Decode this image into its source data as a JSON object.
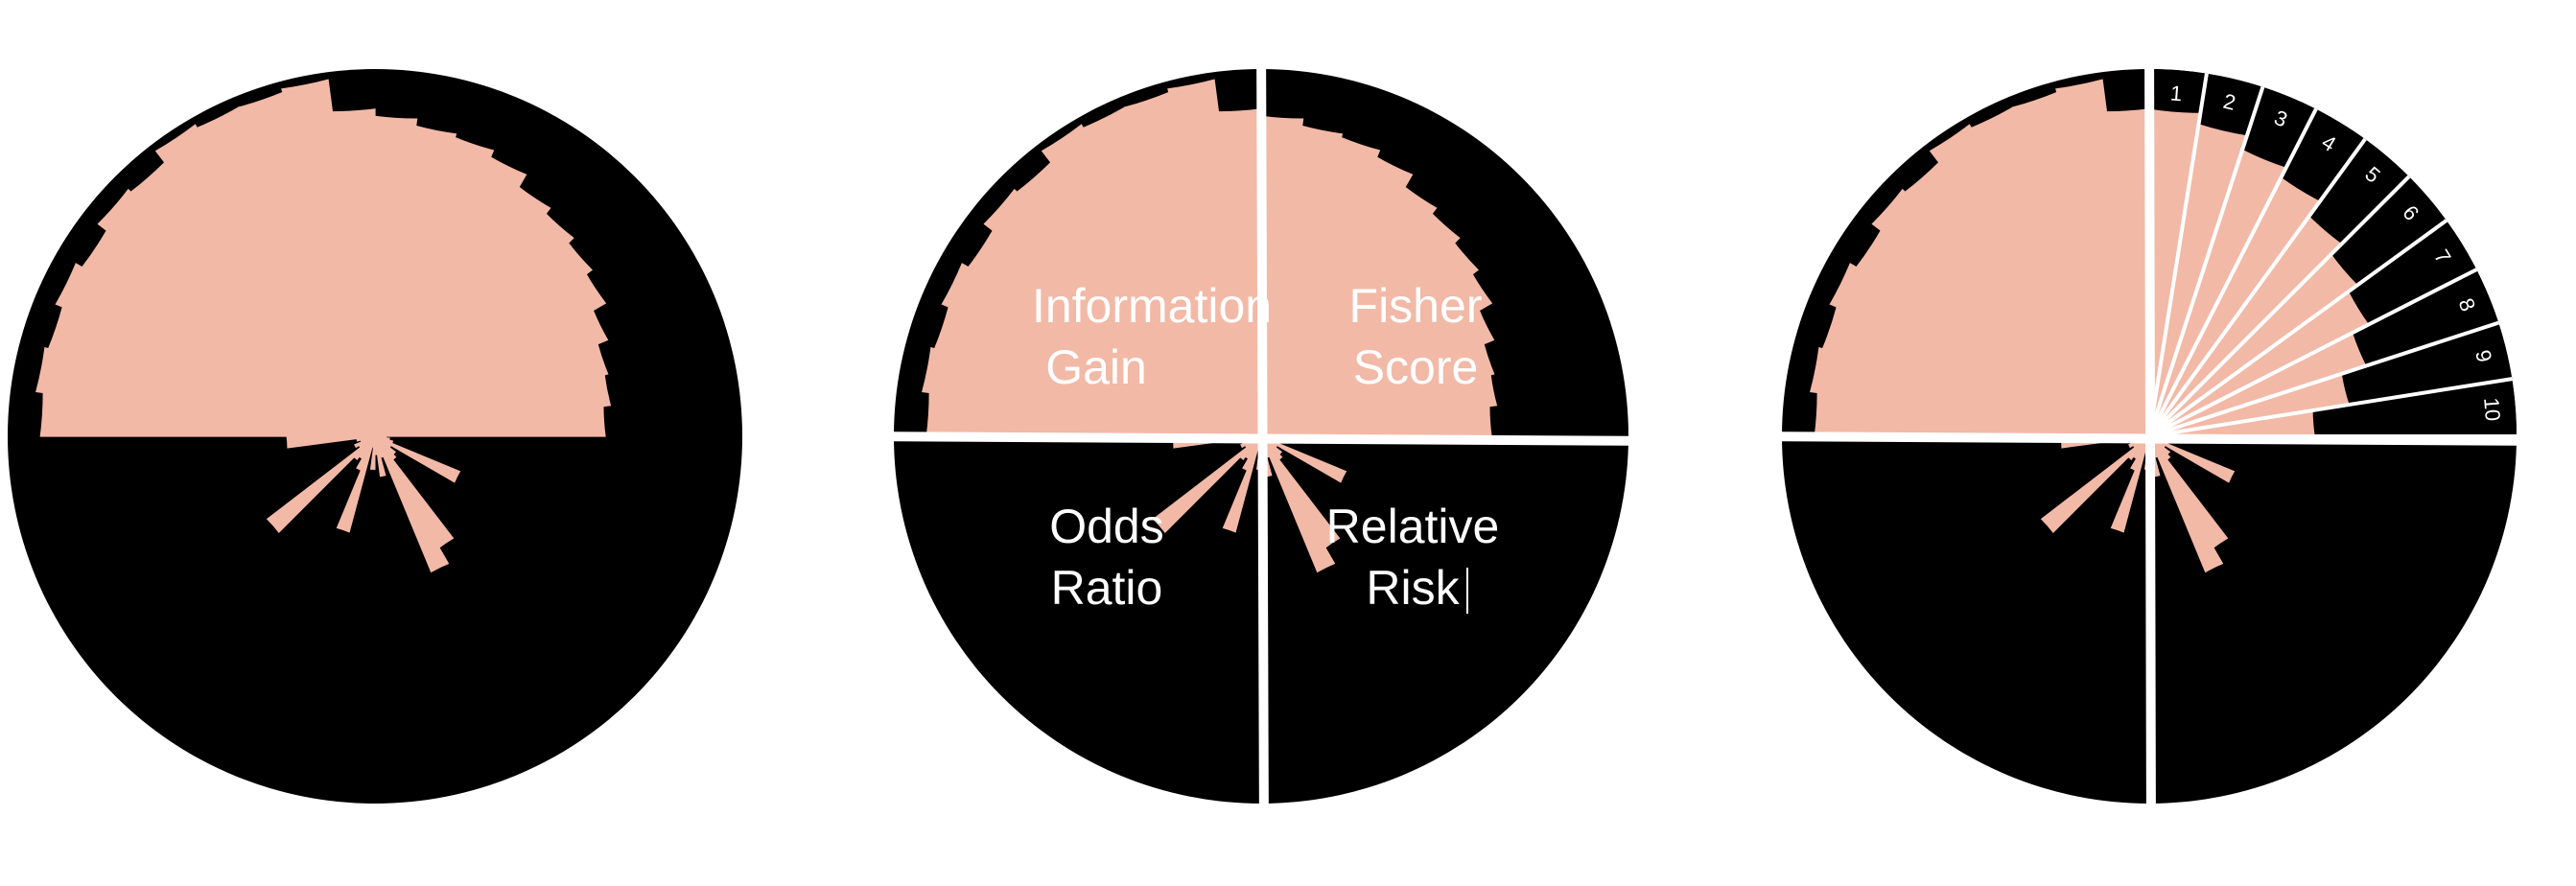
{
  "colors": {
    "background": "#000000",
    "fill": "#f2b9a7",
    "divider": "#ffffff"
  },
  "panel2": {
    "labels": {
      "top_left_1": "Information",
      "top_left_2": "Gain",
      "top_right_1": "Fisher",
      "top_right_2": "Score",
      "bottom_left_1": "Odds",
      "bottom_left_2": "Ratio",
      "bottom_right_1": "Relative",
      "bottom_right_2": "Risk"
    }
  },
  "panel3": {
    "segments": [
      "1",
      "2",
      "3",
      "4",
      "5",
      "6",
      "7",
      "8",
      "9",
      "10"
    ]
  },
  "chart_data": {
    "type": "polar-bar",
    "upper_half": [
      0.93,
      0.95,
      0.94,
      0.96,
      0.94,
      0.97,
      0.96,
      1.0,
      0.99,
      0.99,
      1.0,
      0.91,
      0.89,
      0.87,
      0.86,
      0.84,
      0.8,
      0.78,
      0.76,
      0.74,
      0.7,
      0.67,
      0.66,
      0.64
    ],
    "lower_half": [
      0.24,
      0.05,
      0.04,
      0.06,
      0.05,
      0.37,
      0.08,
      0.07,
      0.1,
      0.27,
      0.03,
      0.09,
      0.05,
      0.11,
      0.06,
      0.4,
      0.35,
      0.08,
      0.07,
      0.05,
      0.25,
      0.05,
      0.04,
      0.03
    ]
  }
}
